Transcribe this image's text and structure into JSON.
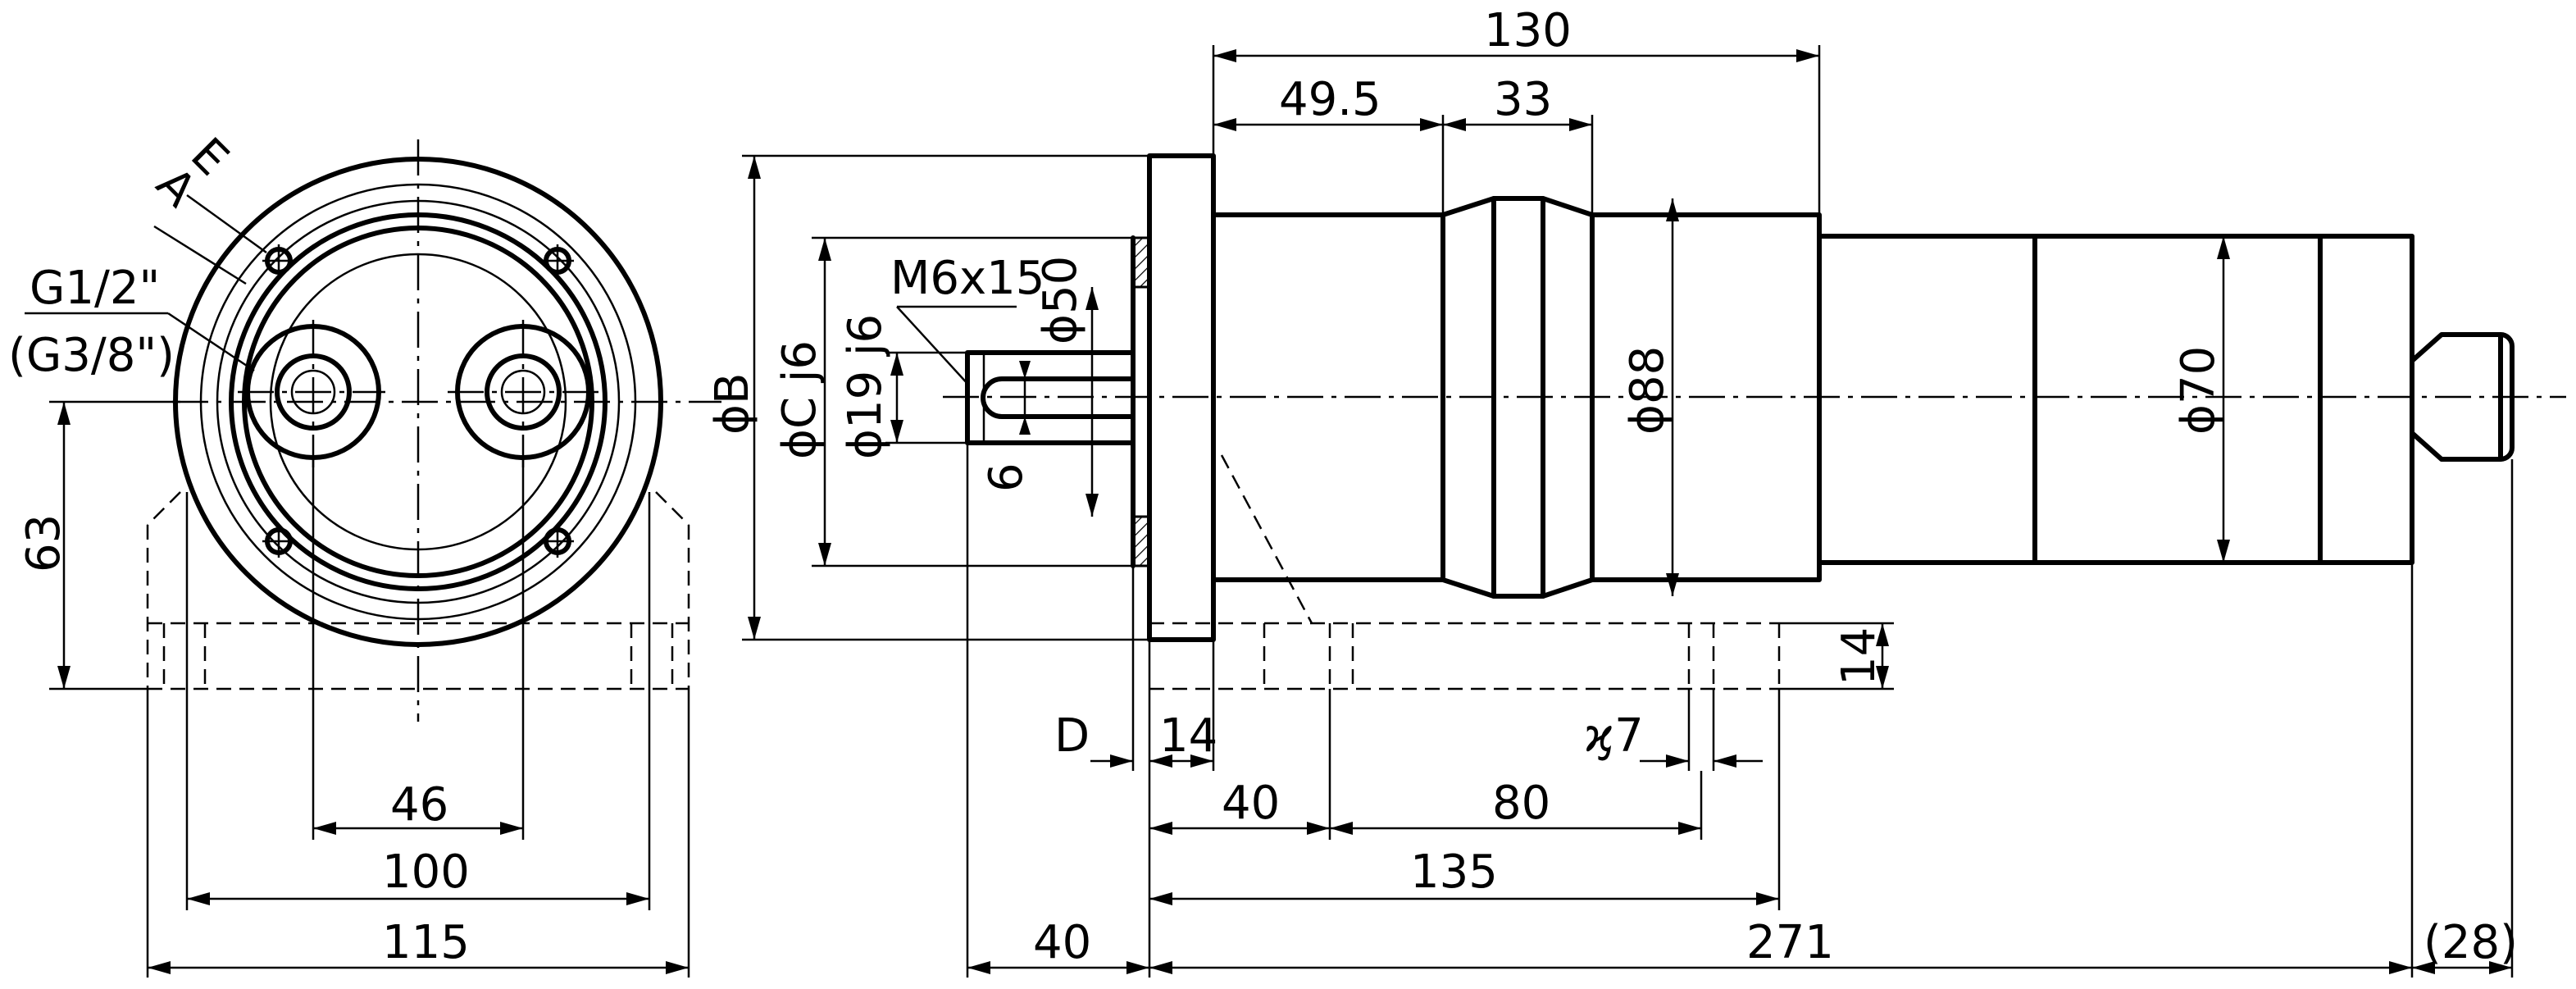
{
  "front_view": {
    "labels": {
      "thread_port": "G1/2\"",
      "thread_port_alt": "(G3/8\")",
      "ref_e": "E",
      "ref_a": "A"
    },
    "dimensions": {
      "port_spacing": "46",
      "mount_holes": "100",
      "base_width": "115",
      "axis_height": "63"
    }
  },
  "side_view": {
    "dimensions": {
      "overall_right": "130",
      "body_front": "49.5",
      "body_ring": "33",
      "flange_dia": "ϕB",
      "pilot_dia": "ϕC j6",
      "shaft_dia": "ϕ19 j6",
      "thread": "M6x15",
      "key_dia": "ϕ50",
      "key_width": "6",
      "body_dia": "ϕ88",
      "rear_dia": "ϕ70",
      "foot_height": "14",
      "flange_d": "D",
      "flange_thk": "14",
      "hole_dia": "ϗ7",
      "foot_offset": "40",
      "hole_spacing": "80",
      "foot_span": "135",
      "shaft_len": "40",
      "body_len": "271",
      "rear_len": "(28)"
    }
  }
}
